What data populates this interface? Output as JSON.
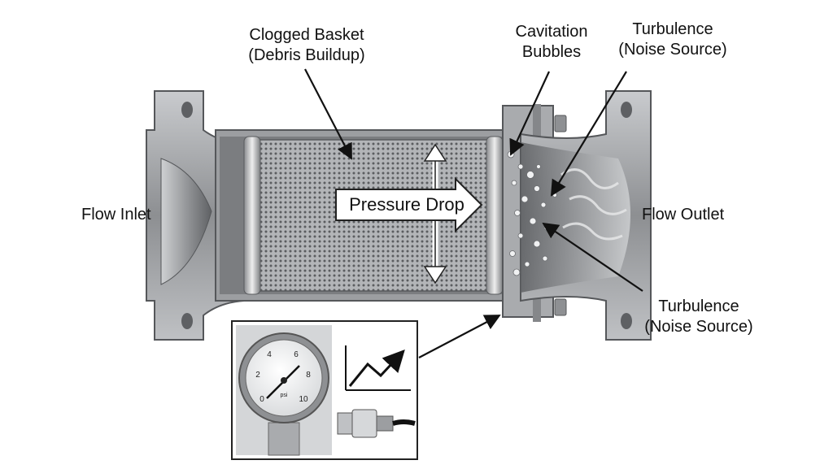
{
  "labels": {
    "flow_inlet": "Flow Inlet",
    "flow_outlet": "Flow Outlet",
    "clogged_basket": [
      "Clogged Basket",
      "(Debris Buildup)"
    ],
    "cavitation": [
      "Cavitation",
      "Bubbles"
    ],
    "turbulence_top": [
      "Turbulence",
      "(Noise Source)"
    ],
    "turbulence_bottom": [
      "Turbulence",
      "(Noise Source)"
    ],
    "pressure_drop": "Pressure Drop"
  },
  "gauge": {
    "scale": [
      "0",
      "2",
      "4",
      "6",
      "8",
      "10"
    ],
    "unit": "psi"
  },
  "colors": {
    "metal": "#a7a9ac",
    "metal_dark": "#6d6f72",
    "screen": "#8f9194",
    "line": "#111111"
  }
}
